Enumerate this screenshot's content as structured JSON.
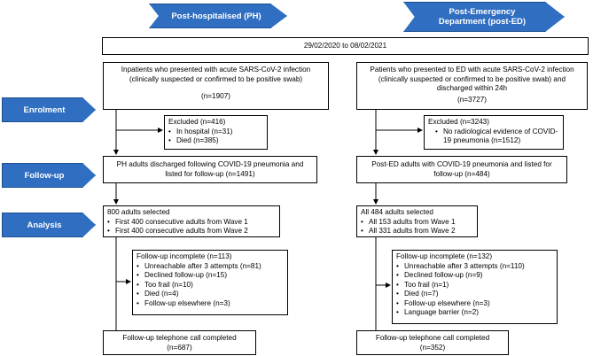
{
  "headers": {
    "ph": "Post-hospitalised (PH)",
    "ed_line1": "Post-Emergency",
    "ed_line2": "Department (post-ED)"
  },
  "date_range": "29/02/2020 to 08/02/2021",
  "stages": {
    "enrolment": "Enrolment",
    "followup": "Follow-up",
    "analysis": "Analysis"
  },
  "ph": {
    "enrol_text": "Inpatients who presented with acute SARS-CoV-2 infection (clinically suspected or confirmed to be positive swab)",
    "enrol_n": "(n=1907)",
    "excluded_title": "Excluded (n=416)",
    "excluded_items": [
      "In hospital (n=31)",
      "Died (n=385)"
    ],
    "followup_text": "PH adults discharged following COVID-19 pneumonia and listed for follow-up (n=1491)",
    "selected_title": "800 adults selected",
    "selected_items": [
      "First 400 consecutive adults from Wave 1",
      "First 400 consecutive adults from Wave 2"
    ],
    "incomplete_title": "Follow-up incomplete (n=113)",
    "incomplete_items": [
      "Unreachable after 3 attempts (n=81)",
      "Declined follow-up (n=15)",
      "Too frail (n=10)",
      "Died (n=4)",
      "Follow-up elsewhere (n=3)"
    ],
    "completed_text": "Follow-up telephone call completed",
    "completed_n": "(n=687)"
  },
  "ed": {
    "enrol_text": "Patients who presented to ED with acute SARS-CoV-2 infection (clinically suspected or confirmed to be positive swab) and discharged within 24h",
    "enrol_n": "(n=3727)",
    "excluded_title": "Excluded (n=3243)",
    "excluded_items": [
      "No radiological evidence of COVID-19 pneumonia (n=1512)"
    ],
    "followup_text": "Post-ED adults with COVID-19 pneumonia and listed for follow-up (n=484)",
    "selected_title": "All 484 adults selected",
    "selected_items": [
      "All 153 adults from Wave 1",
      "All 331 adults from Wave 2"
    ],
    "incomplete_title": "Follow-up incomplete (n=132)",
    "incomplete_items": [
      "Unreachable after 3 attempts (n=110)",
      "Declined follow-up (n=9)",
      "Too frail (n=1)",
      "Died (n=7)",
      "Follow-up elsewhere (n=3)",
      "Language barrier (n=2)"
    ],
    "completed_text": "Follow-up telephone call completed",
    "completed_n": "(n=352)"
  }
}
